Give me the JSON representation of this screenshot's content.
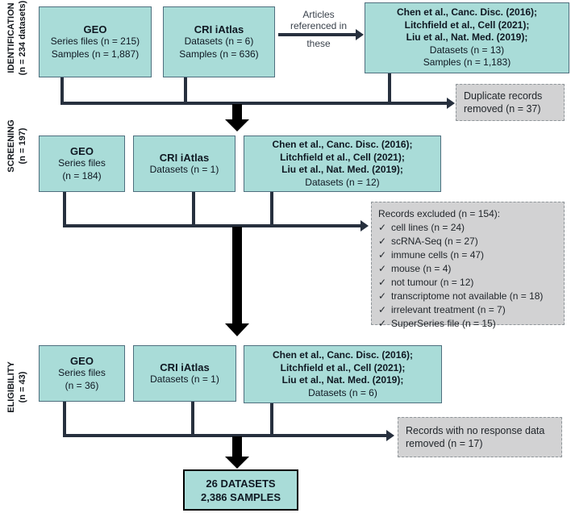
{
  "colors": {
    "box_fill": "#a9dcd8",
    "box_border": "#4e6f7e",
    "connector_line": "#27303e",
    "thick_arrow": "#000000",
    "gray_fill": "#d2d2d3",
    "gray_border": "#8f9599"
  },
  "icons": {
    "check": "✓"
  },
  "identification": {
    "section_label": {
      "line1": "IDENTIFICATION",
      "line2": "(n = 234 datasets)"
    },
    "geo_box": {
      "title": "GEO",
      "line1": "Series files (n = 215)",
      "line2": "Samples (n = 1,887)"
    },
    "iatlas_box": {
      "title": "CRI iAtlas",
      "line1": "Datasets (n = 6)",
      "line2": "Samples (n = 636)"
    },
    "articles_box": {
      "ref1": "Chen et al., Canc. Disc. (2016);",
      "ref2": "Litchfield et al., Cell (2021);",
      "ref3": "Liu et al., Nat. Med. (2019);",
      "line1": "Datasets (n = 13)",
      "line2": "Samples (n = 1,183)"
    },
    "arrow_label": {
      "line1": "Articles",
      "line2": "referenced in",
      "line3": "these"
    },
    "removed_box": {
      "line1": "Duplicate records",
      "line2": "removed (n = 37)"
    }
  },
  "screening": {
    "section_label": {
      "line1": "SCREENING",
      "line2": "(n = 197)"
    },
    "geo_box": {
      "title": "GEO",
      "line1": "Series files",
      "line2": "(n = 184)"
    },
    "iatlas_box": {
      "title": "CRI iAtlas",
      "line1": "Datasets (n = 1)"
    },
    "articles_box": {
      "ref1": "Chen et al., Canc. Disc. (2016);",
      "ref2": "Litchfield et al., Cell (2021);",
      "ref3": "Liu et al., Nat. Med. (2019);",
      "line1": "Datasets (n = 12)"
    },
    "excluded_box": {
      "title": "Records excluded (n = 154):",
      "items": [
        "cell lines (n = 24)",
        "scRNA-Seq (n = 27)",
        "immune cells (n = 47)",
        "mouse (n = 4)",
        "not tumour (n = 12)",
        "transcriptome not available (n = 18)",
        "irrelevant treatment (n = 7)",
        "SuperSeries file (n = 15)"
      ]
    }
  },
  "eligibility": {
    "section_label": {
      "line1": "ELIGIBILITY",
      "line2": "(n = 43)"
    },
    "geo_box": {
      "title": "GEO",
      "line1": "Series files",
      "line2": "(n = 36)"
    },
    "iatlas_box": {
      "title": "CRI iAtlas",
      "line1": "Datasets (n = 1)"
    },
    "articles_box": {
      "ref1": "Chen et al., Canc. Disc. (2016);",
      "ref2": "Litchfield et al., Cell (2021);",
      "ref3": "Liu et al., Nat. Med. (2019);",
      "line1": "Datasets (n = 6)"
    },
    "removed_box": {
      "line1": "Records with no response data",
      "line2": "removed (n = 17)"
    }
  },
  "final_box": {
    "line1": "26 DATASETS",
    "line2": "2,386 SAMPLES"
  }
}
